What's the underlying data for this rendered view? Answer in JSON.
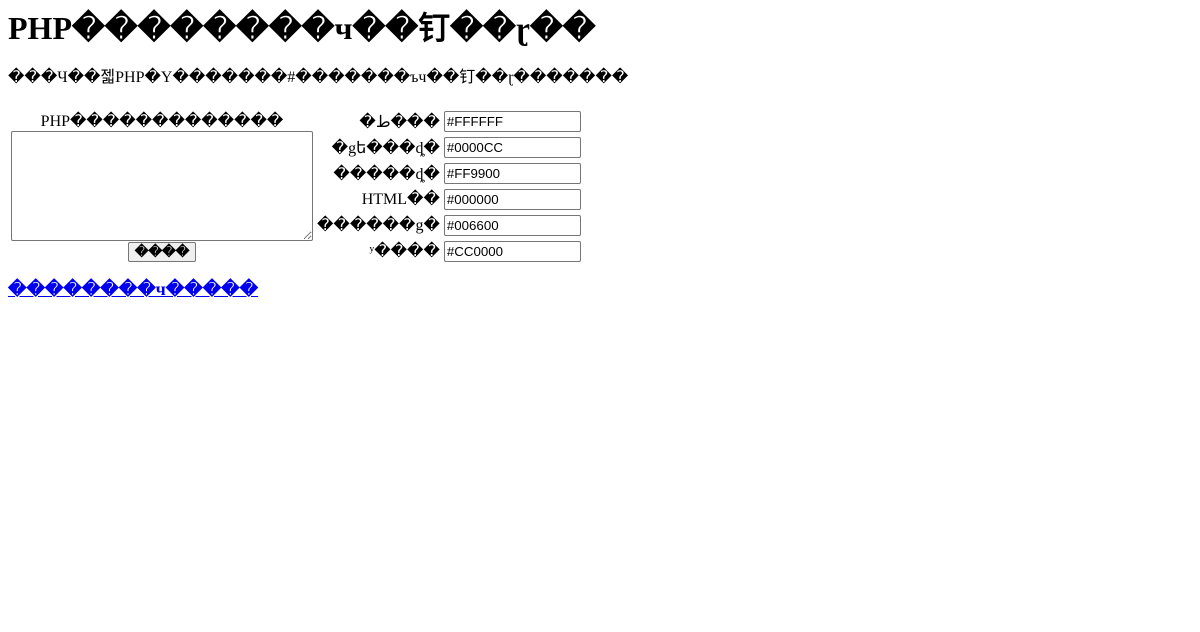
{
  "title": "PHP��������ч��钉��ɽ��",
  "intro": "���Ч��젧PHP�Y�������#�������ъч��钉��ɽ�������",
  "form": {
    "textarea_label": "PHP�������������",
    "textarea_value": "",
    "submit_label": "����",
    "fields": [
      {
        "label": "�ط���",
        "value": "#FFFFFF"
      },
      {
        "label": "�gե���ȡ�",
        "value": "#0000CC"
      },
      {
        "label": "�����ȡ�",
        "value": "#FF9900"
      },
      {
        "label": "HTML��",
        "value": "#000000"
      },
      {
        "label": "������g�",
        "value": "#006600"
      },
      {
        "label": "ʸ����",
        "value": "#CC0000"
      }
    ]
  },
  "link": "��������ч�����"
}
